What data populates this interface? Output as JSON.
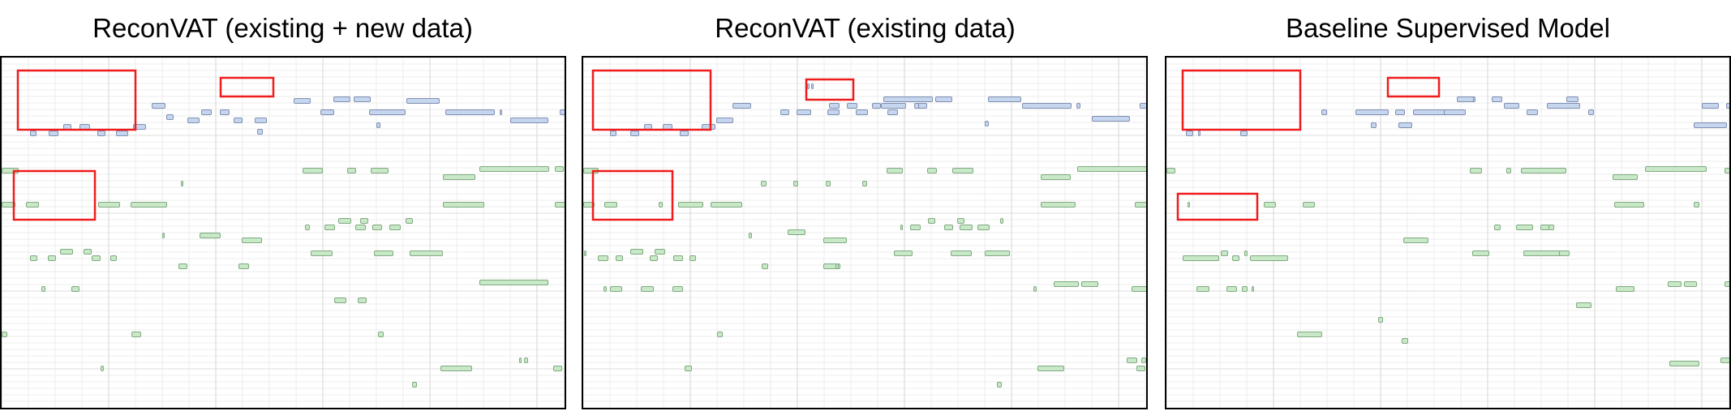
{
  "titles": [
    "ReconVAT (existing + new data)",
    "ReconVAT (existing data)",
    "Baseline Supervised Model"
  ],
  "colors": {
    "upper_note": "#c6d6ee",
    "lower_note": "#c8e8c7",
    "highlight": "#ee1c1c",
    "grid": "#e6e6e6",
    "border": "#000000"
  }
}
